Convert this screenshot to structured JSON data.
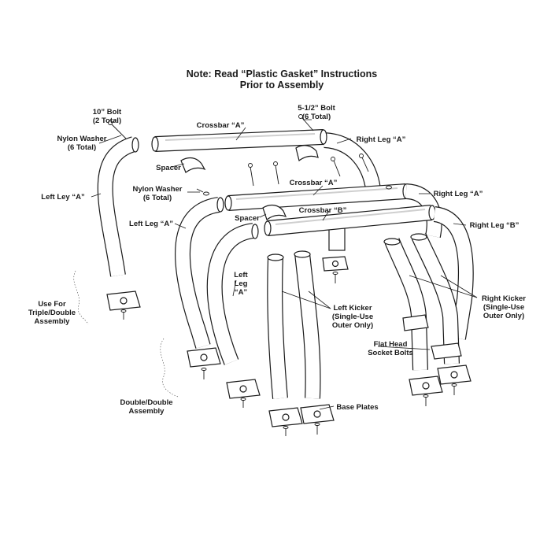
{
  "title": {
    "line1": "Note: Read “Plastic Gasket” Instructions",
    "line2": "Prior to Assembly"
  },
  "labels": {
    "bolt10": [
      "10” Bolt",
      "(2 Total)"
    ],
    "bolt512": [
      "5-1/2” Bolt",
      "(6 Total)"
    ],
    "nylon_washer_top": [
      "Nylon Washer",
      "(6 Total)"
    ],
    "nylon_washer_mid": [
      "Nylon Washer",
      "(6 Total)"
    ],
    "crossbar_a_top": "Crossbar “A”",
    "crossbar_a_mid": "Crossbar “A”",
    "crossbar_b": "Crossbar “B”",
    "right_leg_a_top": "Right Leg “A”",
    "right_leg_a_mid": "Right Leg “A”",
    "right_leg_b": "Right Leg “B”",
    "spacer_top": "Spacer",
    "spacer_mid": "Spacer",
    "left_ley_a": "Left Ley “A”",
    "left_leg_a_mid": "Left Leg “A”",
    "left_leg_a_front": [
      "Left",
      "Leg",
      "“A”"
    ],
    "use_for_triple": [
      "Use For",
      "Triple/Double",
      "Assembly"
    ],
    "left_kicker": [
      "Left Kicker",
      "(Single-Use",
      "Outer Only)"
    ],
    "right_kicker": [
      "Right Kicker",
      "(Single-Use",
      "Outer Only)"
    ],
    "flat_head_bolts": [
      "Flat Head",
      "Socket Bolts"
    ],
    "double_double": [
      "Double/Double",
      "Assembly"
    ],
    "base_plates": "Base Plates"
  }
}
